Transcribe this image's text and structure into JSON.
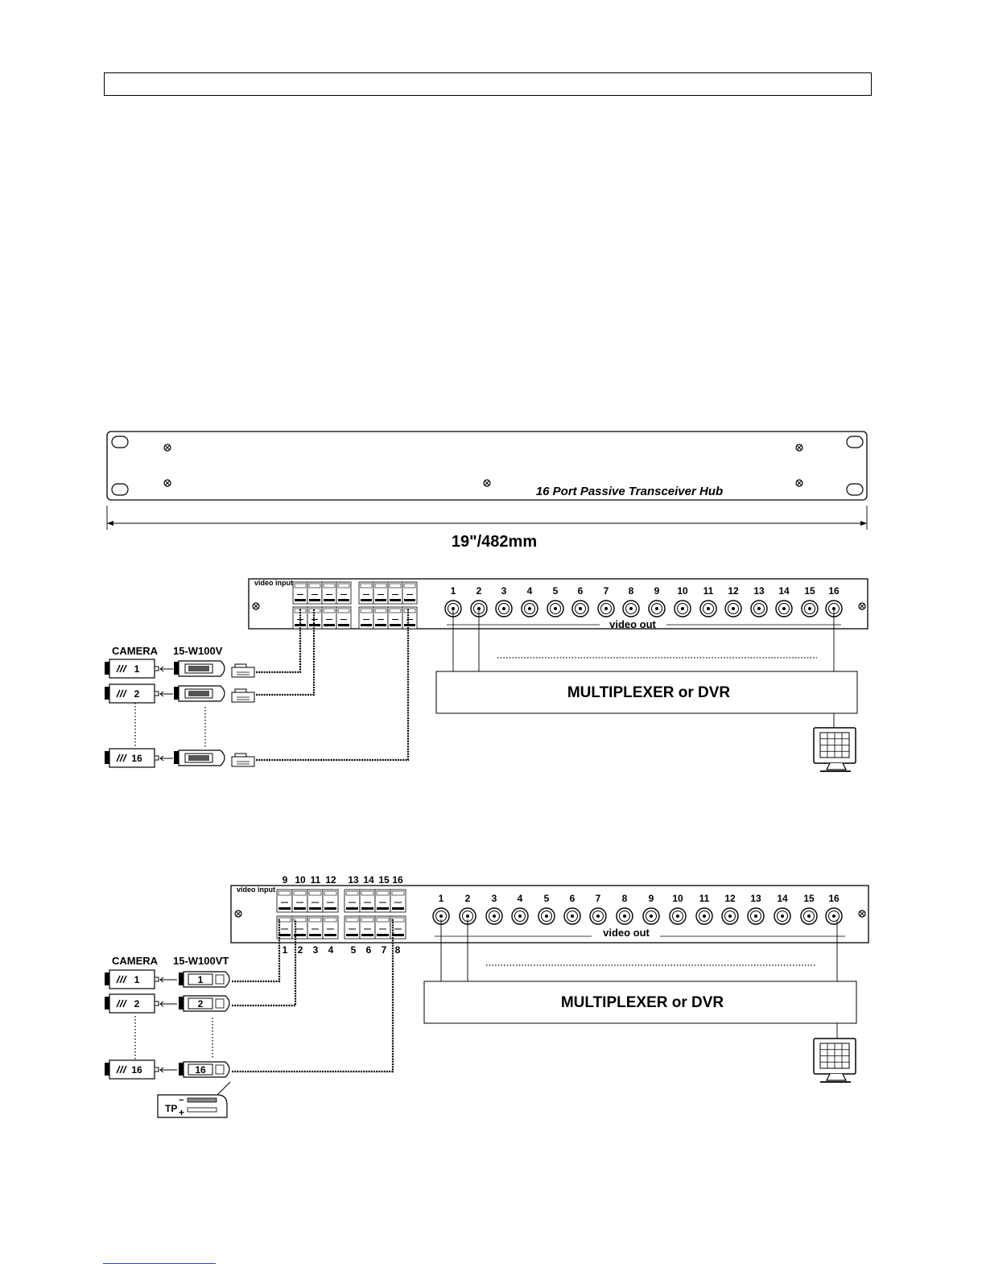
{
  "header": {
    "text": ""
  },
  "panel": {
    "title": "16 Port  Passive Transceiver Hub",
    "width_label": "19\"/482mm"
  },
  "diagram1": {
    "video_input_label": "video input",
    "video_out_label": "video out",
    "port_numbers": [
      "1",
      "2",
      "3",
      "4",
      "5",
      "6",
      "7",
      "8",
      "9",
      "10",
      "11",
      "12",
      "13",
      "14",
      "15",
      "16"
    ],
    "camera_label": "CAMERA",
    "transceiver_label": "15-W100V",
    "camera_numbers": [
      "1",
      "2",
      "16"
    ],
    "recorder_label": "MULTIPLEXER or DVR"
  },
  "diagram2": {
    "video_input_label": "video input",
    "video_out_label": "video out",
    "port_numbers": [
      "1",
      "2",
      "3",
      "4",
      "5",
      "6",
      "7",
      "8",
      "9",
      "10",
      "11",
      "12",
      "13",
      "14",
      "15",
      "16"
    ],
    "terminal_top_numbers": [
      "9",
      "10",
      "11",
      "12",
      "13",
      "14",
      "15",
      "16"
    ],
    "terminal_bottom_numbers": [
      "1",
      "2",
      "3",
      "4",
      "5",
      "6",
      "7",
      "8"
    ],
    "camera_label": "CAMERA",
    "transceiver_label": "15-W100VT",
    "camera_numbers": [
      "1",
      "2",
      "16"
    ],
    "transceiver_numbers": [
      "1",
      "2",
      "16"
    ],
    "recorder_label": "MULTIPLEXER or DVR",
    "tp_label": "TP",
    "tp_minus": "−",
    "tp_plus": "+"
  },
  "icons": [
    "screw-icon",
    "bnc-connector-icon",
    "camera-icon",
    "transceiver-icon",
    "rj45-plug-icon",
    "monitor-icon",
    "terminal-block-icon"
  ]
}
